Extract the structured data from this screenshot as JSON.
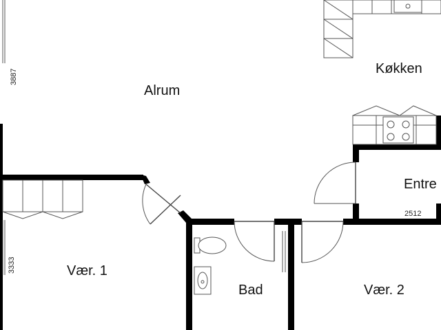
{
  "plan": {
    "rooms": {
      "alrum": "Alrum",
      "kokken": "Køkken",
      "entre": "Entre",
      "vaer1": "Vær. 1",
      "bad": "Bad",
      "vaer2": "Vær. 2"
    },
    "dimensions": {
      "left_upper": "3887",
      "left_lower": "3333",
      "entre_width": "2512"
    }
  }
}
